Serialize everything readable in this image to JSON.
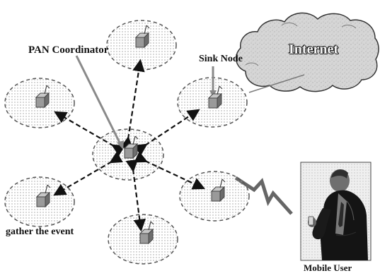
{
  "labels": {
    "pan_coordinator": "PAN Coordinator",
    "sink_node": "Sink Node",
    "internet": "Internet",
    "gather_event": "gather the event",
    "mobile_user": "Mobile User"
  },
  "colors": {
    "ring_stroke": "#555555",
    "ring_fill": "#f0f0f0",
    "arrow": "#111111",
    "cloud_fill": "#d8d8d8",
    "cloud_stroke": "#333333",
    "node_face": "#9a9a9a",
    "node_dark": "#6d6d6d",
    "node_light": "#c7c7c7"
  },
  "icons": {
    "sensor_node": "sensor-node-icon",
    "cloud": "internet-cloud-icon",
    "wireless": "wireless-link-icon",
    "mobile_user": "mobile-user-icon"
  }
}
